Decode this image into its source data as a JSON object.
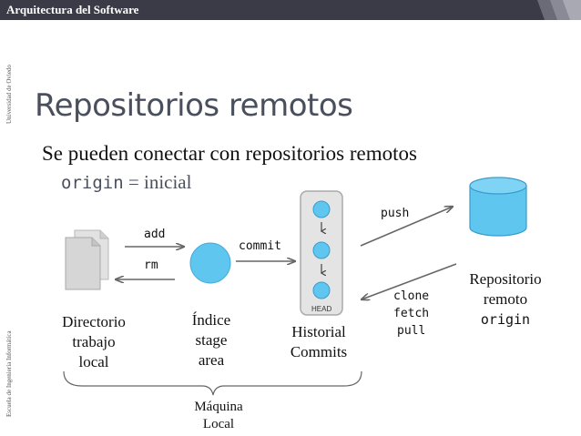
{
  "header": {
    "title": "Arquitectura del Software"
  },
  "side": {
    "university": "Universidad de Oviedo",
    "school": "Escuela de Ingeniería Informática"
  },
  "slide": {
    "title": "Repositorios remotos",
    "bullet": "Se pueden conectar con repositorios remotos",
    "sub_code": "origin",
    "sub_rest": " = inicial"
  },
  "diagram": {
    "cmd_add": "add",
    "cmd_rm": "rm",
    "cmd_commit": "commit",
    "cmd_push": "push",
    "cmd_clone": "clone",
    "cmd_fetch": "fetch",
    "cmd_pull": "pull",
    "head_label": "HEAD",
    "dir": [
      "Directorio",
      "trabajo",
      "local"
    ],
    "index": [
      "Índice",
      "stage",
      "area"
    ],
    "history": [
      "Historial",
      "Commits"
    ],
    "remote": [
      "Repositorio",
      "remoto"
    ],
    "remote_code": "origin",
    "machine": [
      "Máquina",
      "Local"
    ]
  },
  "colors": {
    "header_bg": "#3b3b47",
    "node": "#5ec6ef",
    "node_stroke": "#3a9ccc",
    "arrow": "#666666",
    "title": "#4a4f5c"
  }
}
